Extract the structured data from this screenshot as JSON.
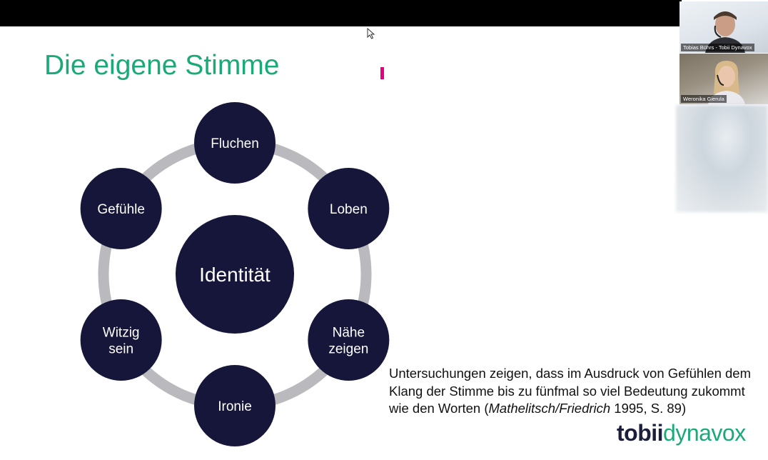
{
  "slide": {
    "title": "Die eigene Stimme",
    "center": "Identität",
    "nodes": [
      {
        "lines": [
          "Fluchen"
        ]
      },
      {
        "lines": [
          "Loben"
        ]
      },
      {
        "lines": [
          "Nähe",
          "zeigen"
        ]
      },
      {
        "lines": [
          "Ironie"
        ]
      },
      {
        "lines": [
          "Witzig",
          "sein"
        ]
      },
      {
        "lines": [
          "Gefühle"
        ]
      }
    ],
    "quote_text": "Untersuchungen zeigen, dass im Ausdruck von Gefühlen dem Klang der Stimme bis zu fünfmal so viel Bedeutung zukommt wie den Worten (",
    "quote_source": "Mathelitsch/Friedrich",
    "quote_end": " 1995, S. 89)",
    "logo_part1": "tobii",
    "logo_part2": "dynavox"
  },
  "participants": [
    {
      "name": "Tobias Bührs - Tobii Dynavox"
    },
    {
      "name": "Weronika Gierula"
    },
    {
      "name": ""
    }
  ],
  "colors": {
    "title": "#1aaa78",
    "node": "#16163a",
    "ring": "#b9b9be",
    "accent_pink": "#e6007e"
  }
}
